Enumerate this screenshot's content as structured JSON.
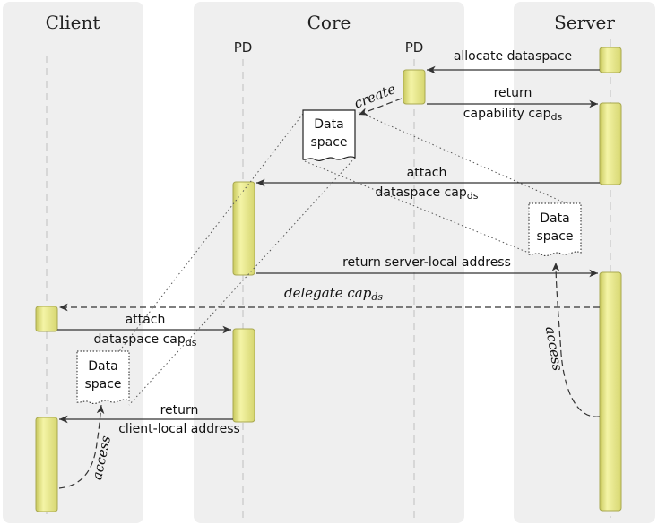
{
  "lanes": {
    "client": "Client",
    "core": "Core",
    "server": "Server"
  },
  "lifelines": {
    "pd_left": "PD",
    "pd_right": "PD"
  },
  "messages": {
    "allocate": "allocate dataspace",
    "return_cap_1": "return",
    "return_cap_2": "capability cap",
    "return_cap_sub": "ds",
    "create": "create",
    "attach_server_1": "attach",
    "attach_server_2": "dataspace cap",
    "attach_server_sub": "ds",
    "return_server_addr": "return server-local address",
    "delegate": "delegate cap",
    "delegate_sub": "ds",
    "attach_client_1": "attach",
    "attach_client_2": "dataspace cap",
    "attach_client_sub": "ds",
    "return_client_1": "return",
    "return_client_2": "client-local address",
    "access_server": "access",
    "access_client": "access"
  },
  "documents": {
    "core_doc_1": "Data",
    "core_doc_2": "space",
    "server_doc_1": "Data",
    "server_doc_2": "space",
    "client_doc_1": "Data",
    "client_doc_2": "space"
  },
  "colors": {
    "lane_bg": "#efefef",
    "activation_fill": "#e6e68a",
    "arrow": "#333333"
  }
}
